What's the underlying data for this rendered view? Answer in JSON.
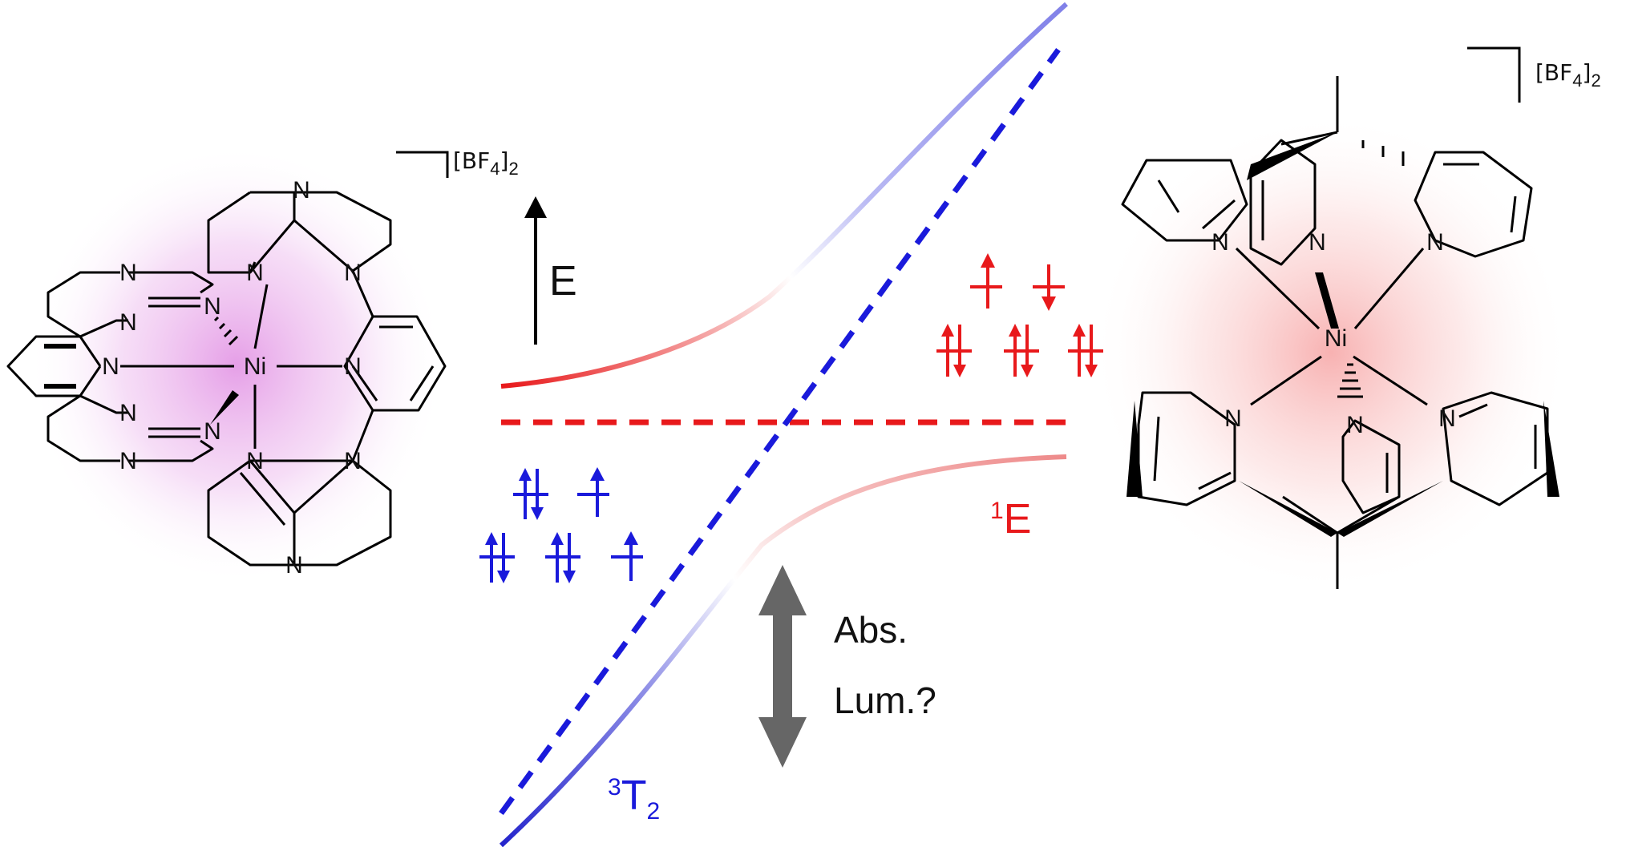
{
  "left_complex": {
    "center_atom": "Ni",
    "donor_atom": "N",
    "counterion": {
      "base": "[BF",
      "sub1": "4",
      "mid": "]",
      "sub2": "2"
    }
  },
  "right_complex": {
    "center_atom": "Ni",
    "donor_atom": "N",
    "counterion": {
      "base": "[BF",
      "sub1": "4",
      "mid": "]",
      "sub2": "2"
    }
  },
  "energy_axis": {
    "label": "E"
  },
  "states": {
    "singlet": {
      "sup": "1",
      "base": "E",
      "color": "#e8191b"
    },
    "triplet": {
      "sup": "3",
      "base": "T",
      "sub": "2",
      "color": "#1a1adb"
    }
  },
  "transition": {
    "line1": "Abs.",
    "line2": "Lum.?",
    "arrow_color": "#666666"
  },
  "colors": {
    "left_glow": "#e49ae6",
    "right_glow": "#f7b9b9"
  }
}
